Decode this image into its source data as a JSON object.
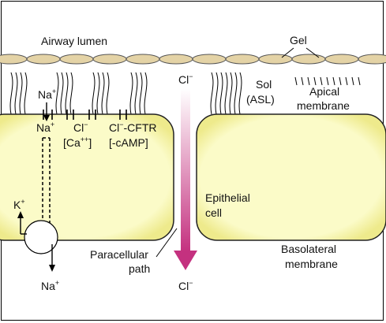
{
  "labels": {
    "airway_lumen": "Airway lumen",
    "gel": "Gel",
    "na_apical": "Na",
    "na_cell": "Na",
    "cl_channel": "Cl",
    "cl_cftr": "Cl",
    "cftr_suffix": "-CFTR",
    "ca": "[Ca",
    "ca_close": "]",
    "camp": "[-cAMP]",
    "cl_top": "Cl",
    "sol": "Sol",
    "asl": "(ASL)",
    "apical": "Apical",
    "apical2": "membrane",
    "epithelial": "Epithelial",
    "cell": "cell",
    "k": "K",
    "paracellular": "Paracellular",
    "path": "path",
    "na_out": "Na",
    "cl_bottom": "Cl",
    "basolateral": "Basolateral",
    "basolateral2": "membrane"
  },
  "superscripts": {
    "plus": "+",
    "minus": "−",
    "plusplus": "++"
  },
  "colors": {
    "gel_fill": "#e4d3a6",
    "cell_fill": "#fbfbc8",
    "cell_edge": "#e6e266",
    "arrow_pink": "#c4317f"
  }
}
